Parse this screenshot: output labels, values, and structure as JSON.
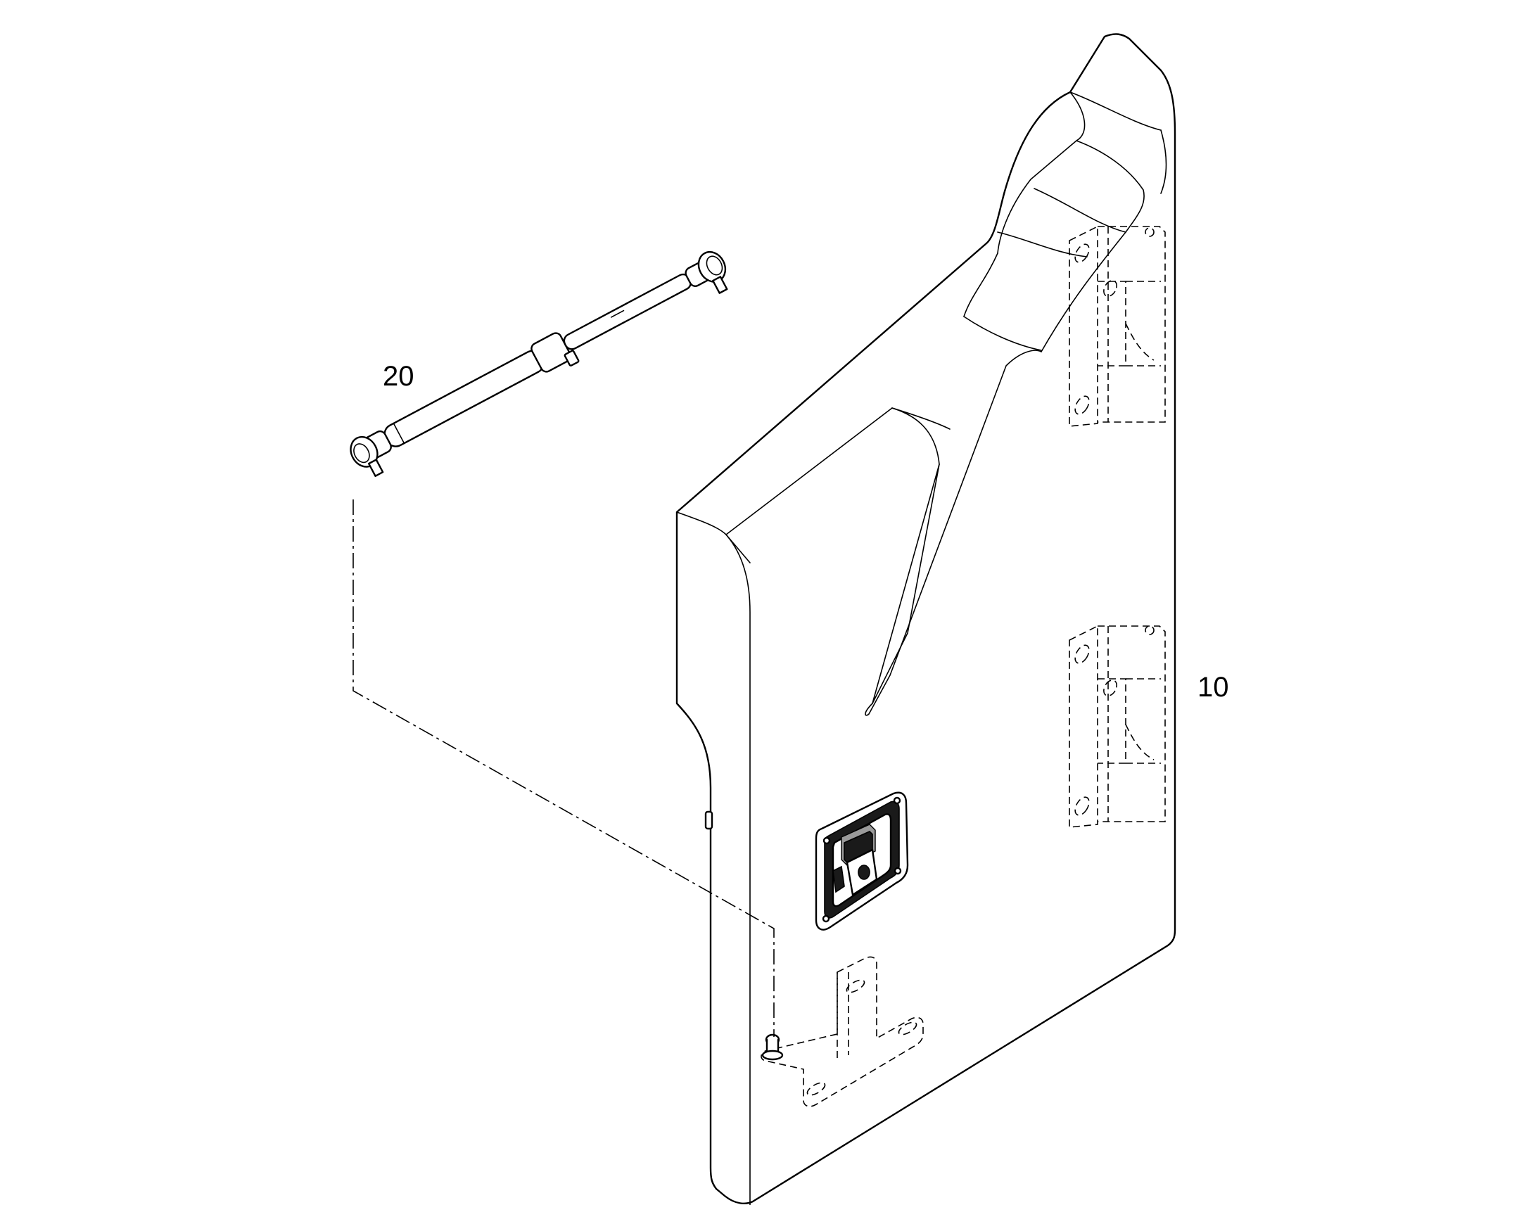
{
  "diagram": {
    "callouts": [
      {
        "id": "door-panel",
        "label": "10"
      },
      {
        "id": "gas-strut",
        "label": "20"
      }
    ]
  },
  "colors": {
    "line": "#000000",
    "background": "#ffffff",
    "handle_fill": "#1a1a1a"
  },
  "icons": {
    "door_panel": "door-panel-icon",
    "gas_strut": "gas-strut-icon",
    "latch_handle": "latch-handle-icon",
    "hinge": "hinge-icon",
    "mounting_bracket": "bracket-icon"
  }
}
